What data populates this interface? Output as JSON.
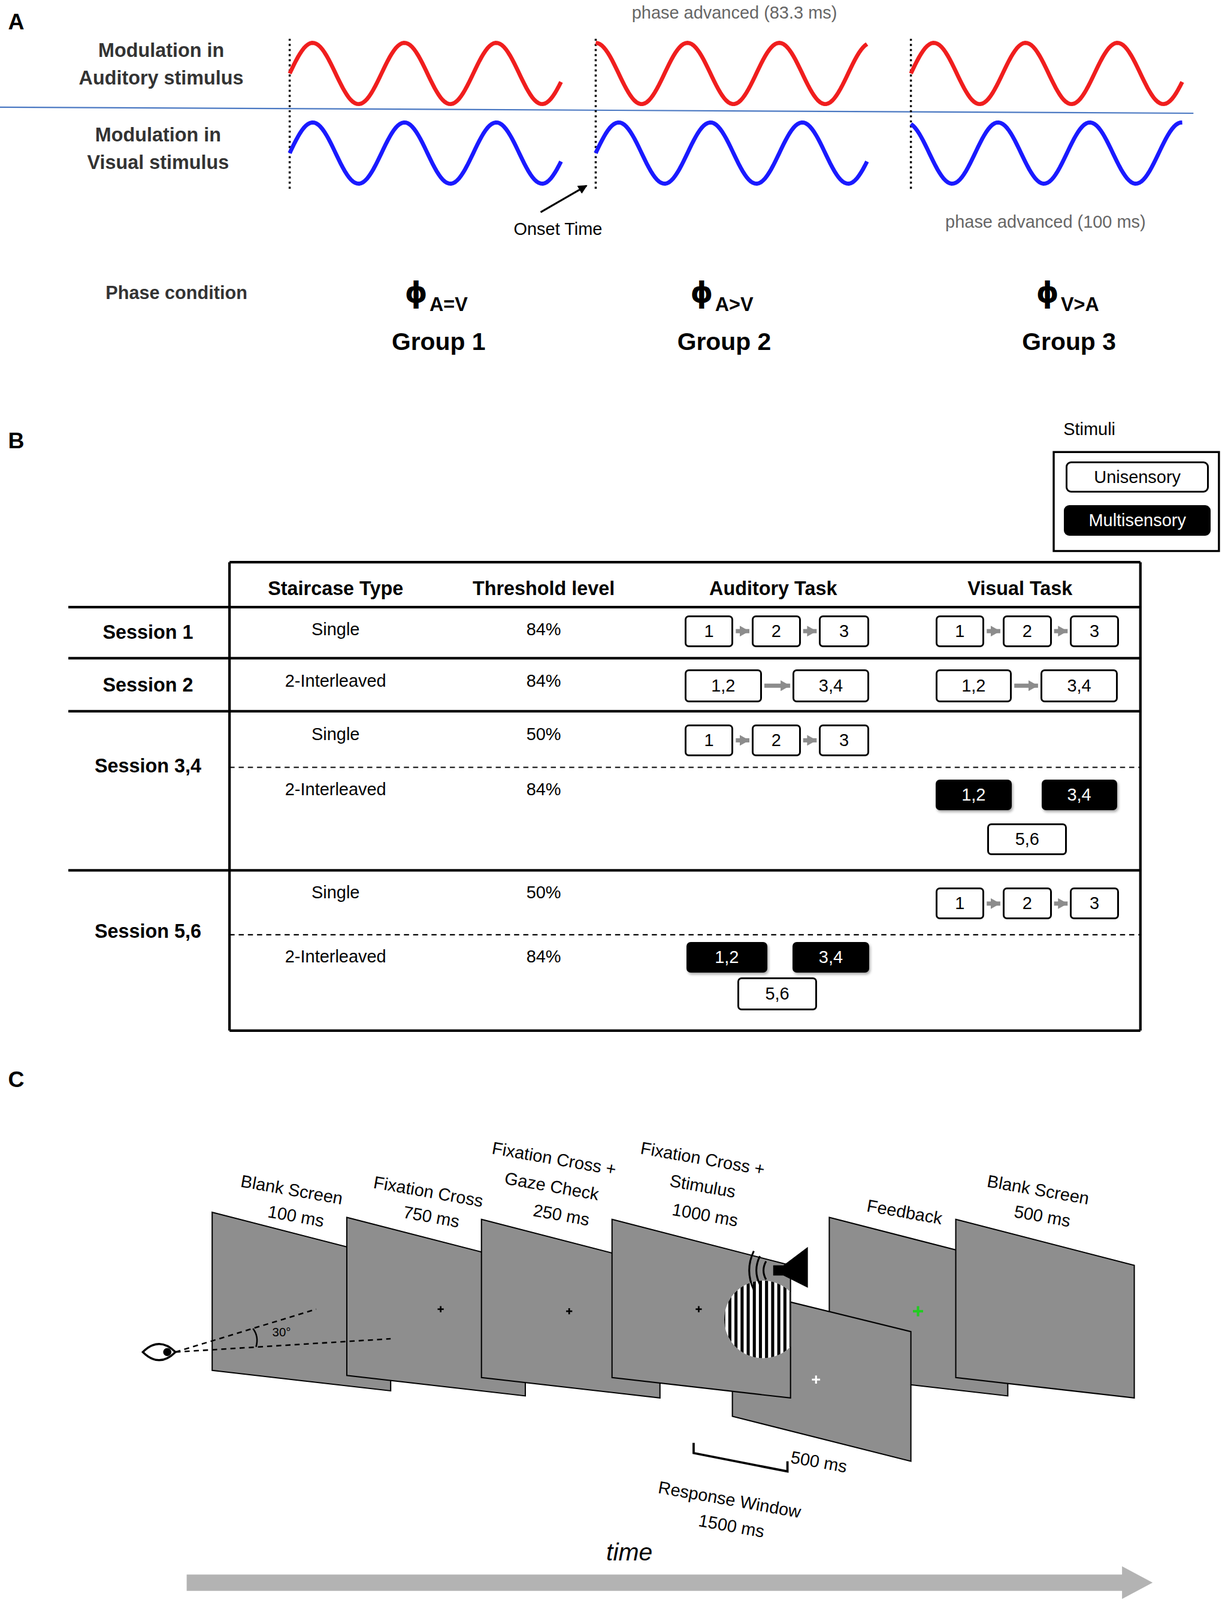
{
  "diagram": {
    "nodes": [
      {
        "text": [
          "1"
        ]
      },
      {
        "text": [
          "2"
        ]
      },
      {
        "text": [
          "3"
        ]
      },
      {
        "text": [
          "1"
        ]
      },
      {
        "text": [
          "2"
        ]
      },
      {
        "text": [
          "3"
        ]
      },
      {
        "text": [
          "1,2"
        ]
      },
      {
        "text": [
          "3,4"
        ]
      },
      {
        "text": [
          "1,2"
        ]
      },
      {
        "text": [
          "3,4"
        ]
      },
      {
        "text": [
          "1"
        ]
      },
      {
        "text": [
          "2"
        ]
      },
      {
        "text": [
          "3"
        ]
      },
      {
        "text": [
          "1,2"
        ]
      },
      {
        "text": [
          "3,4"
        ]
      },
      {
        "text": [
          "5,6"
        ]
      },
      {
        "text": [
          "1"
        ]
      },
      {
        "text": [
          "2"
        ]
      },
      {
        "text": [
          "3"
        ]
      },
      {
        "text": [
          "1,2"
        ]
      },
      {
        "text": [
          "3,4"
        ]
      },
      {
        "text": [
          "5,6"
        ]
      }
    ],
    "edges": [
      {
        "from": 0,
        "to": 1,
        "arrow": "to"
      },
      {
        "from": 1,
        "to": 2,
        "arrow": "to"
      },
      {
        "from": 3,
        "to": 4,
        "arrow": "to"
      },
      {
        "from": 4,
        "to": 5,
        "arrow": "to"
      },
      {
        "from": 6,
        "to": 7,
        "arrow": "to"
      },
      {
        "from": 8,
        "to": 9,
        "arrow": "to"
      },
      {
        "from": 10,
        "to": 11,
        "arrow": "to"
      },
      {
        "from": 11,
        "to": 12,
        "arrow": "to"
      },
      {
        "from": 16,
        "to": 17,
        "arrow": "to"
      },
      {
        "from": 17,
        "to": 18,
        "arrow": "to"
      }
    ],
    "labels": [
      "A",
      "phase advanced (83.3 ms)",
      "Modulation in",
      "Auditory stimulus",
      "Modulation in",
      "Visual stimulus",
      "Onset Time",
      "phase advanced (100 ms)",
      "Phase condition",
      "ϕ",
      "A=V",
      "Group 1",
      "ϕ",
      "A>V",
      "Group 2",
      "ϕ",
      "V>A",
      "Group 3",
      "B",
      "Stimuli",
      "Staircase Type",
      "Threshold level",
      "Auditory Task",
      "Visual Task",
      "Session 1",
      "Single",
      "84%",
      "Session 2",
      "2-Interleaved",
      "84%",
      "Session 3,4",
      "Single",
      "50%",
      "2-Interleaved",
      "84%",
      "Session 5,6",
      "Single",
      "50%",
      "2-Interleaved",
      "84%",
      "C",
      "30°",
      "Blank Screen",
      "100 ms",
      "Fixation Cross",
      "750 ms",
      "Fixation Cross +",
      "Gaze Check",
      "250 ms",
      "Fixation Cross +",
      "Stimulus",
      "1000 ms",
      "Feedback",
      "Blank Screen",
      "500 ms",
      "500 ms",
      "Response Window",
      "1500 ms",
      "time"
    ],
    "legend": [
      {
        "text": "Unisensory",
        "color": "#ffffff"
      },
      {
        "text": "Multisensory",
        "color": "#000000"
      }
    ]
  }
}
